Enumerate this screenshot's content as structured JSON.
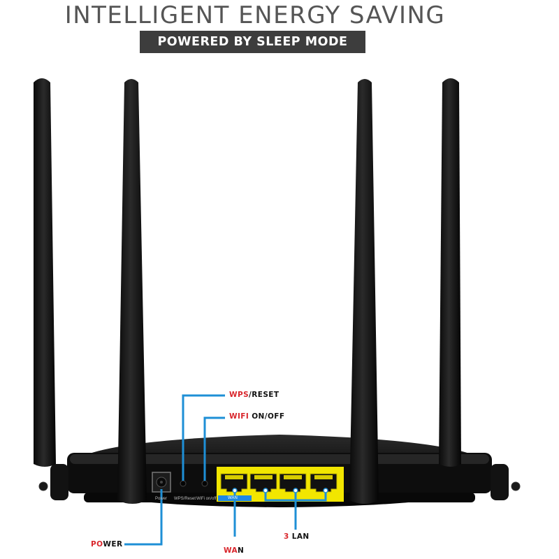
{
  "headline": "INTELLIGENT ENERGY SAVING",
  "subheadline": "POWERED BY SLEEP MODE",
  "callouts": {
    "wps_reset": {
      "highlight": "WPS",
      "rest": "/RESET"
    },
    "wifi_onoff": {
      "highlight": "WIFI",
      "rest": " ON/OFF",
      "highlight2": "ON"
    },
    "power": {
      "highlight": "PO",
      "rest": "WER"
    },
    "wan": {
      "highlight": "WA",
      "rest": "N"
    },
    "lan": {
      "highlight": "3",
      "rest": " LAN"
    }
  },
  "port_labels": {
    "power": "Power",
    "wps_reset": "WPS/Reset",
    "wifi_onoff": "WiFi on/off",
    "wan": "WAN"
  },
  "colors": {
    "router_body": "#111111",
    "port_block": "#f2e600",
    "wan_strip": "#1e88e5",
    "callout_line": "#1e8fd6",
    "accent_red": "#d9262c"
  }
}
